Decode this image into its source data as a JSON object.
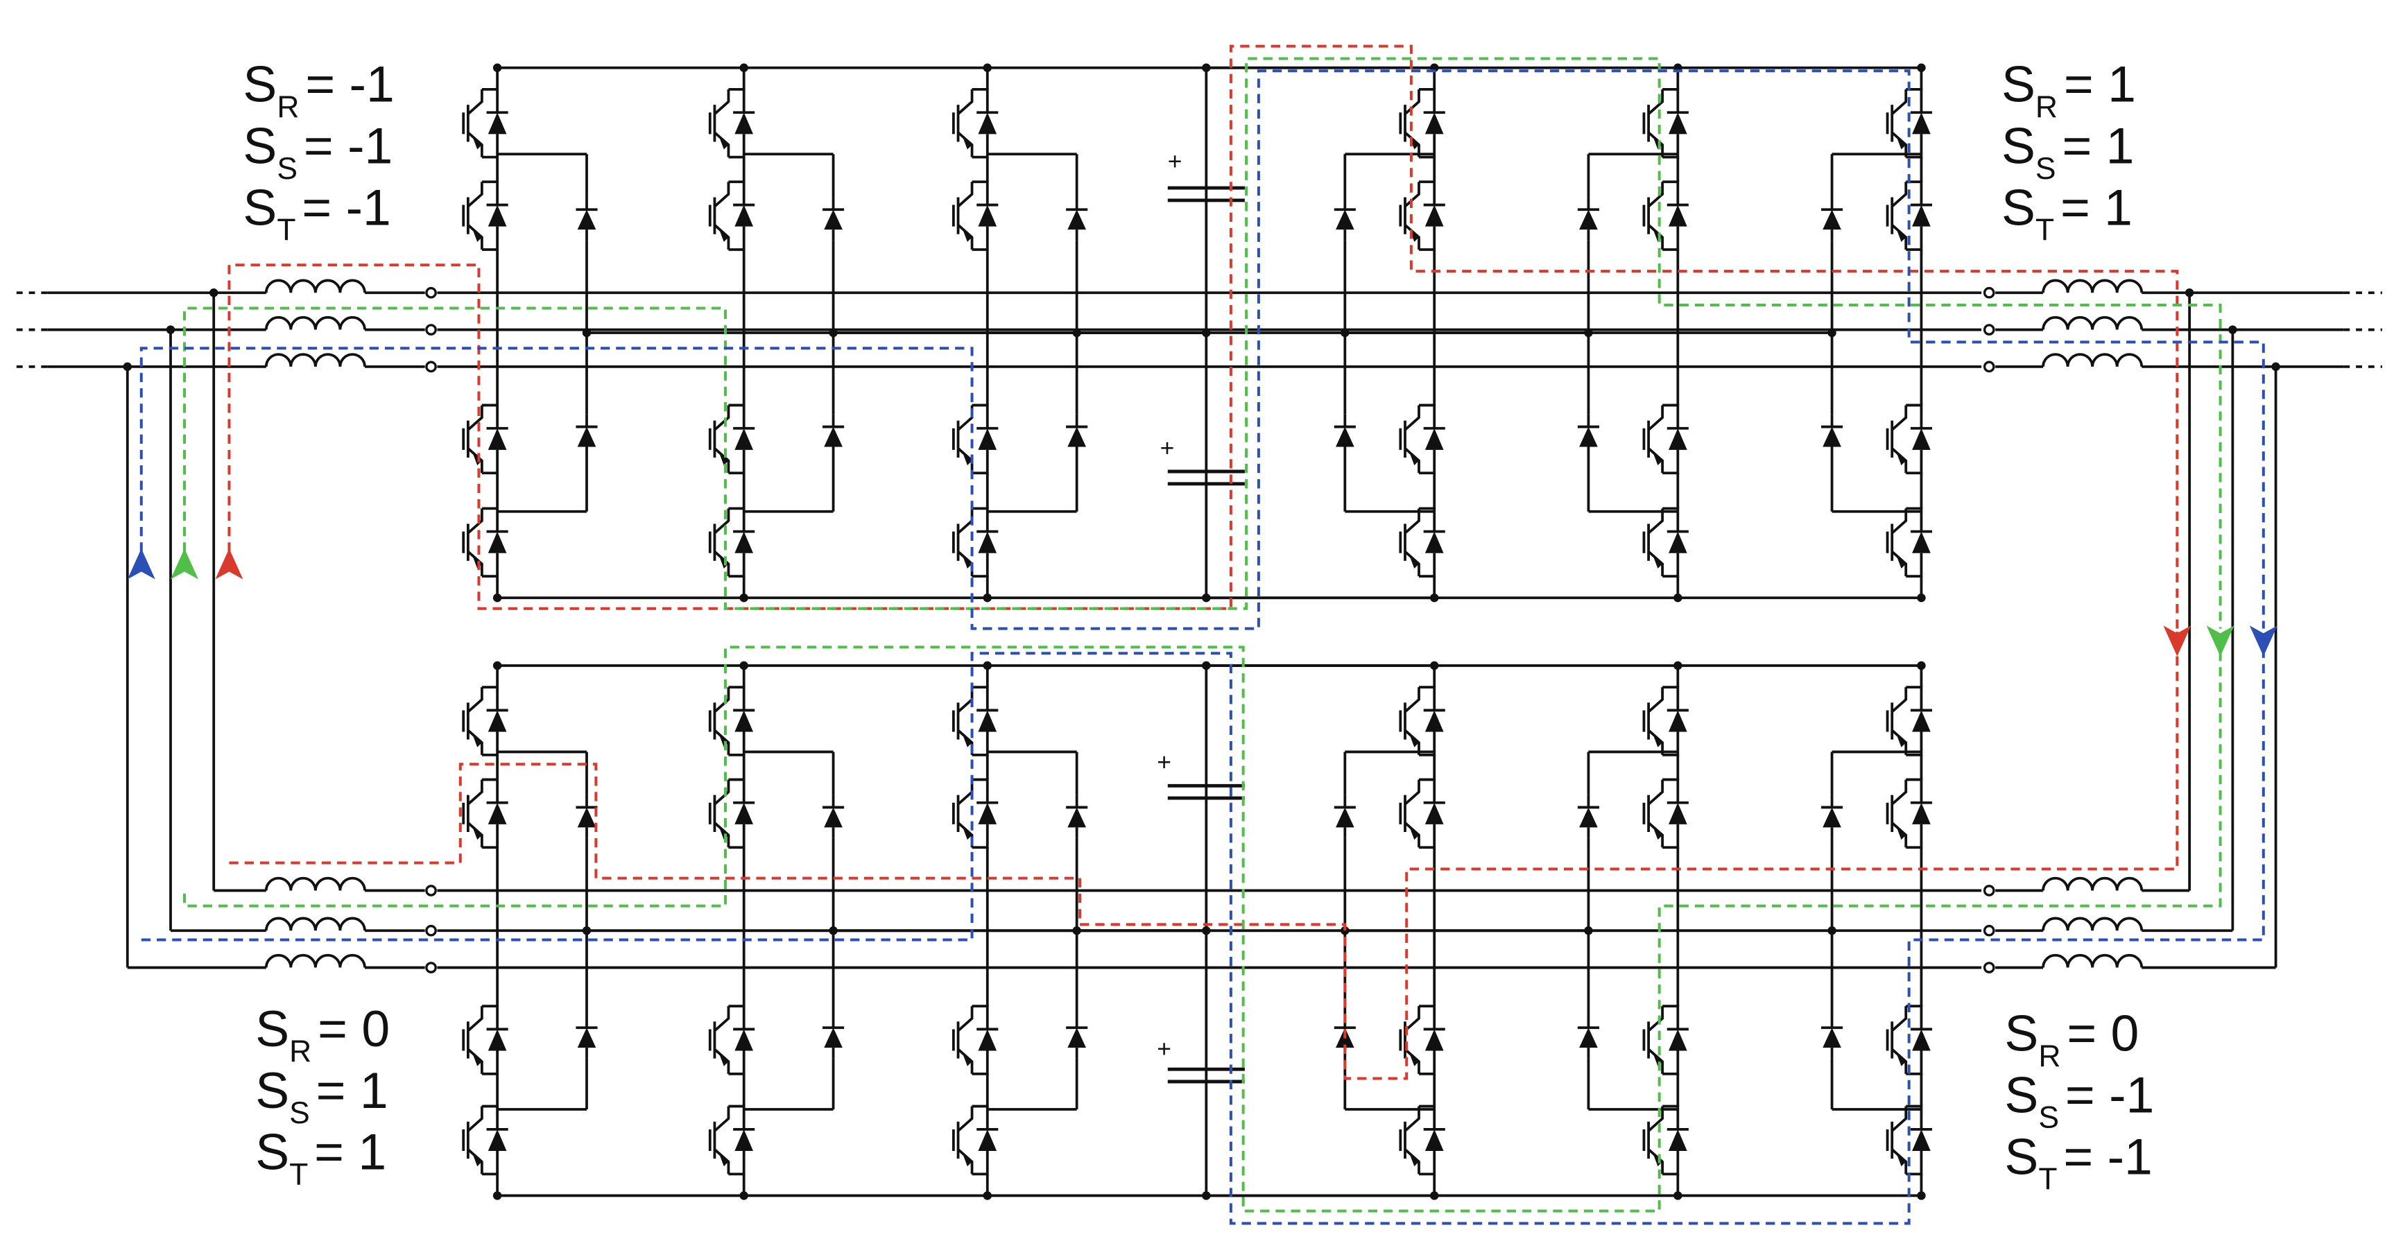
{
  "labels": {
    "top_left": {
      "R": "R",
      "S": "S",
      "T": "T",
      "vR": "= -1",
      "vS": "= -1",
      "vT": "= -1"
    },
    "top_right": {
      "R": "R",
      "S": "S",
      "T": "T",
      "vR": "= 1",
      "vS": "= 1",
      "vT": "= 1"
    },
    "bottom_left": {
      "R": "R",
      "S": "S",
      "T": "T",
      "vR": "= 0",
      "vS": "= 1",
      "vT": "= 1"
    },
    "bottom_right": {
      "R": "R",
      "S": "S",
      "T": "T",
      "vR": "= 0",
      "vS": "= -1",
      "vT": "= -1"
    }
  },
  "switch_letter": "S",
  "plus_sign": "+",
  "colors": {
    "wire": "#111111",
    "path_red": "#d93a2b",
    "path_green": "#4fbf4a",
    "path_blue": "#2b4fb5"
  },
  "icons": [
    "igbt-icon",
    "diode-icon",
    "inductor-icon",
    "capacitor-icon",
    "arrow-icon"
  ]
}
